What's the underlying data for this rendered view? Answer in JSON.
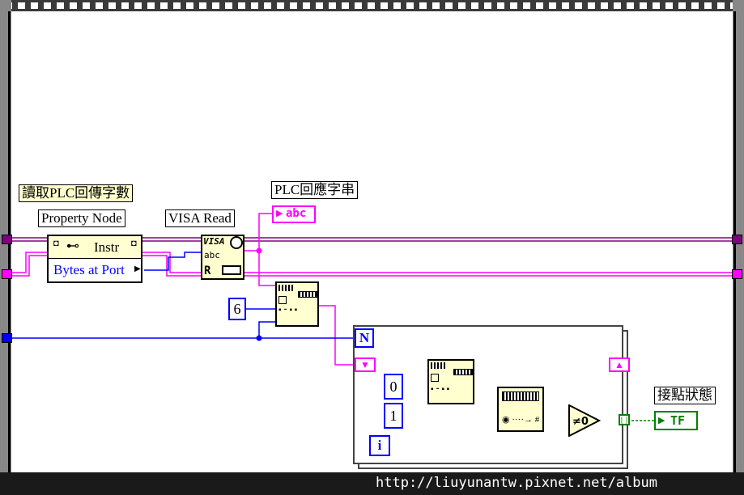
{
  "labels": {
    "comment": "讀取PLC回傳字數",
    "property_node": "Property Node",
    "visa_read": "VISA Read",
    "plc_response": "PLC回應字串",
    "contact_status": "接點狀態"
  },
  "property_node": {
    "row1": "Instr",
    "row2": "Bytes at Port"
  },
  "constants": {
    "six": "6",
    "zero": "0",
    "one": "1"
  },
  "for_loop": {
    "count_terminal": "N",
    "iteration_terminal": "i"
  },
  "indicators": {
    "string_indicator": "abc",
    "bool_indicator": "TF"
  },
  "visa_icon": {
    "top": "VISA",
    "mid": "abc",
    "bottom": "R"
  },
  "compare_node": "≠0",
  "watermark": "http://liuyunantw.pixnet.net/album",
  "colors": {
    "string_wire": "#ff00ff",
    "numeric_wire": "#0000ff",
    "bool_wire": "#008000",
    "refnum_wire": "#800080"
  }
}
